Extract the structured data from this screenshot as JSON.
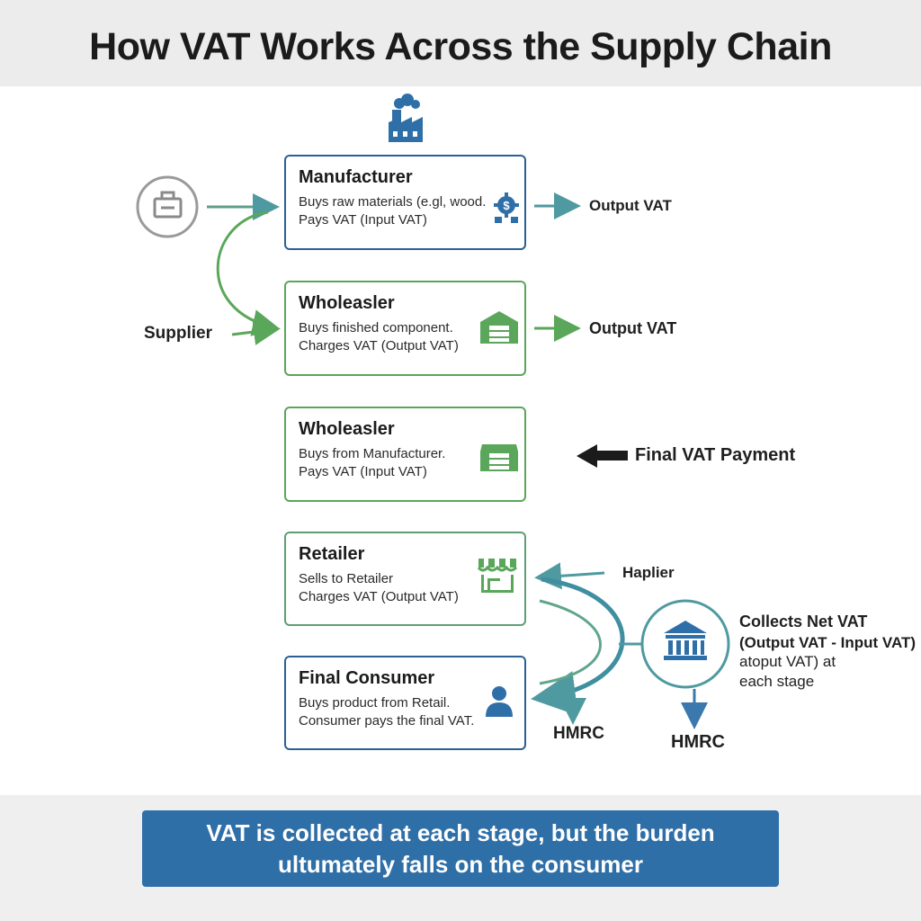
{
  "title": "How VAT Works Across the Supply Chain",
  "boxes": [
    {
      "title": "Manufacturer",
      "line1": "Buys raw materials (e.gl, wood.",
      "line2": "Pays VAT (Input VAT)"
    },
    {
      "title": "Wholeasler",
      "line1": "Buys finished component.",
      "line2": "Charges VAT (Output VAT)"
    },
    {
      "title": "Wholeasler",
      "line1": "Buys from Manufacturer.",
      "line2": "Pays VAT (Input VAT)"
    },
    {
      "title": "Retailer",
      "line1": "Sells to Retailer",
      "line2": "Charges VAT (Output VAT)"
    },
    {
      "title": "Final Consumer",
      "line1": "Buys product from Retail.",
      "line2": "Consumer pays the final VAT."
    }
  ],
  "labels": {
    "supplier": "Supplier",
    "output_vat_1": "Output VAT",
    "output_vat_2": "Output VAT",
    "final_vat_payment": "Final VAT Payment",
    "haplier": "Haplier",
    "collects_title": "Collects Net VAT",
    "collects_line2": "(Output VAT - Input VAT)",
    "collects_line3": "atoput VAT) at",
    "collects_line4": "each stage",
    "hmrc_1": "HMRC",
    "hmrc_2": "HMRC"
  },
  "banner": {
    "line1": "VAT is collected at each stage, but the burden",
    "line2": "ultumately falls on the consumer"
  },
  "icons": {
    "factory": "factory-icon",
    "supplier": "crate-icon",
    "money_gear": "money-gear-icon",
    "warehouse": "warehouse-icon",
    "storefront": "storefront-icon",
    "person": "person-icon",
    "bank": "bank-icon"
  },
  "colors": {
    "blue": "#2c5f93",
    "green": "#5aa65a",
    "teal": "#4f9a9f",
    "banner": "#2f6fa8"
  }
}
